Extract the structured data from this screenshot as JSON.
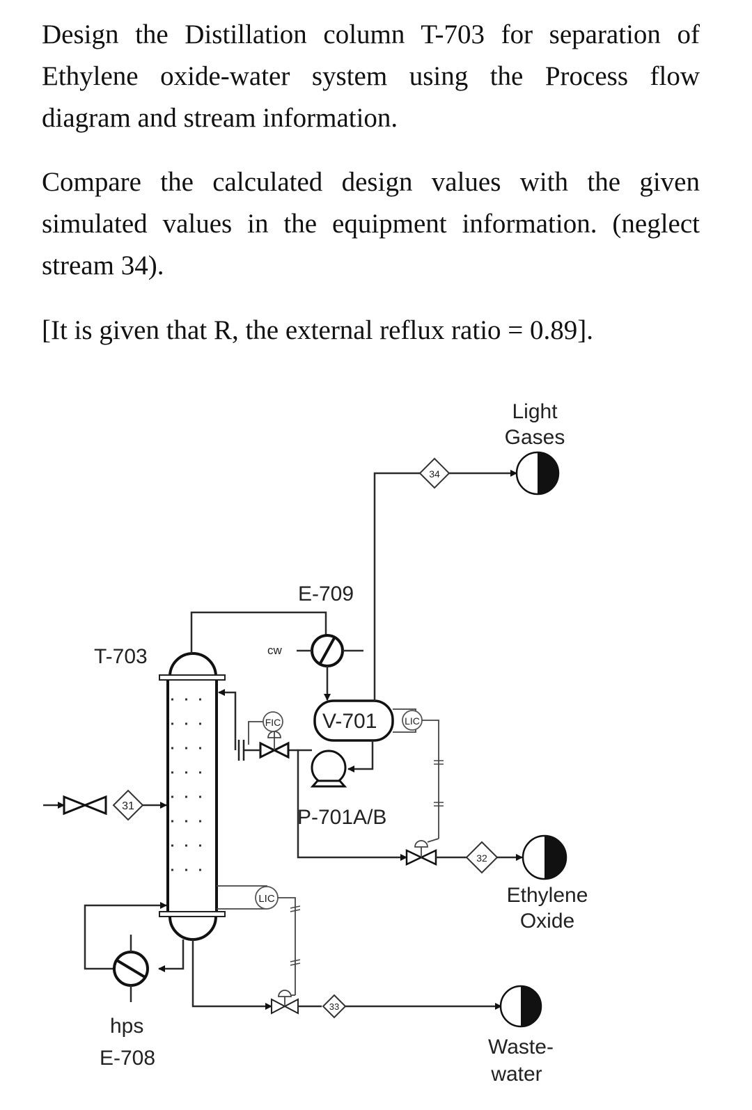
{
  "problem": {
    "paragraph1": "Design the Distillation column T-703 for separation of Ethylene oxide-water system using the Process flow diagram and stream information.",
    "paragraph2": "Compare the calculated design values with the given simulated values in the equipment information. (neglect stream 34).",
    "paragraph3": "[It is given that R, the external reflux ratio = 0.89]."
  },
  "diagram": {
    "equipment": {
      "column": "T-703",
      "condenser": "E-709",
      "reflux_drum": "V-701",
      "pump": "P-701A/B",
      "reboiler": "E-708"
    },
    "utilities": {
      "condenser_utility": "cw",
      "reboiler_utility": "hps"
    },
    "instruments": {
      "reflux_flow": "FIC",
      "drum_level": "LIC",
      "column_level": "LIC"
    },
    "streams": {
      "feed": "31",
      "ethylene_oxide": "32",
      "wastewater": "33",
      "light_gases": "34"
    },
    "products": {
      "light_gases_line1": "Light",
      "light_gases_line2": "Gases",
      "eo_line1": "Ethylene",
      "eo_line2": "Oxide",
      "ww_line1": "Waste-",
      "ww_line2": "water"
    }
  }
}
